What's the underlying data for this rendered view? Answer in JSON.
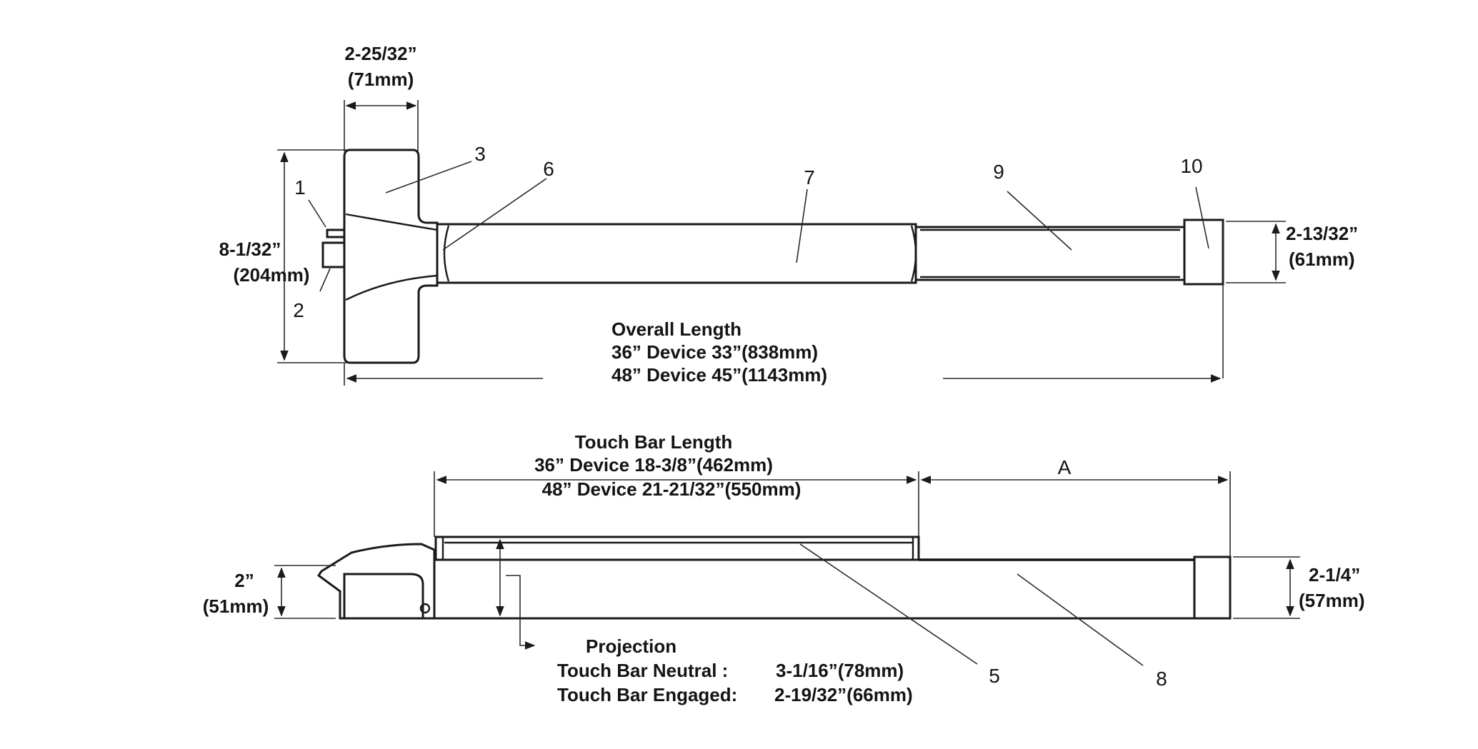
{
  "top_view": {
    "width_dim": {
      "line1": "2-25/32”",
      "line2": "(71mm)"
    },
    "height_dim": {
      "line1": "8-1/32”",
      "line2": "(204mm)"
    },
    "end_dim": {
      "line1": "2-13/32”",
      "line2": "(61mm)"
    },
    "overall": {
      "title": "Overall Length",
      "row1": "36” Device 33”(838mm)",
      "row2": "48” Device 45”(1143mm)"
    },
    "callouts": [
      "1",
      "2",
      "3",
      "6",
      "7",
      "9",
      "10"
    ]
  },
  "side_view": {
    "touch_bar": {
      "title": "Touch Bar Length",
      "row1": "36” Device 18-3/8”(462mm)",
      "row2": "48” Device 21-21/32”(550mm)"
    },
    "a_label": "A",
    "left_dim": {
      "line1": "2”",
      "line2": "(51mm)"
    },
    "right_dim": {
      "line1": "2-1/4”",
      "line2": "(57mm)"
    },
    "projection": {
      "title": "Projection",
      "neutral_label": "Touch Bar Neutral :",
      "neutral_value": "3-1/16”(78mm)",
      "engaged_label": "Touch Bar Engaged:",
      "engaged_value": "2-19/32”(66mm)"
    },
    "callouts": [
      "5",
      "8"
    ]
  }
}
